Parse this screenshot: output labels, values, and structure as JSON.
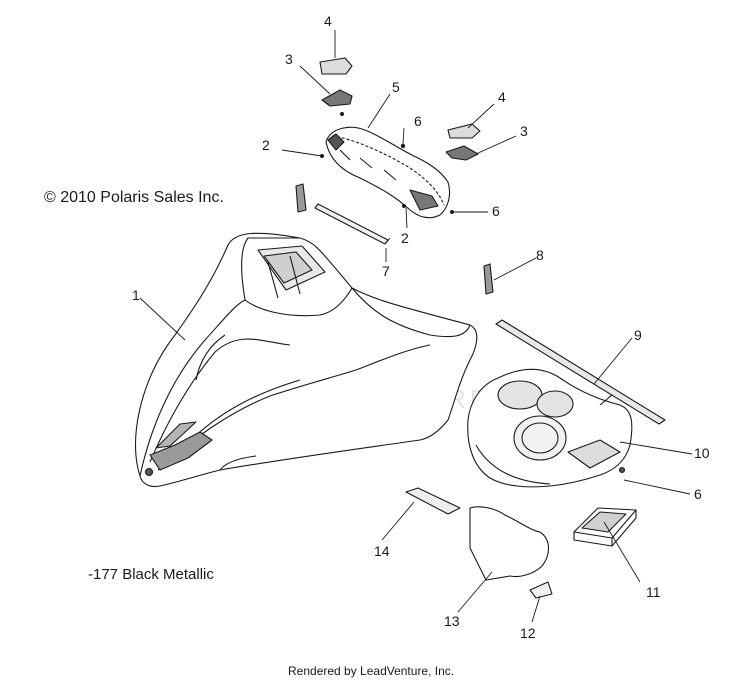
{
  "diagram": {
    "copyright": "© 2010 Polaris Sales Inc.",
    "color_note": "-177 Black Metallic",
    "footer": "Rendered by LeadVenture, Inc.",
    "watermark": "LEADVENTURE",
    "callouts": [
      {
        "id": "c4a",
        "label": "4"
      },
      {
        "id": "c3a",
        "label": "3"
      },
      {
        "id": "c5",
        "label": "5"
      },
      {
        "id": "c2a",
        "label": "2"
      },
      {
        "id": "c6a",
        "label": "6"
      },
      {
        "id": "c4b",
        "label": "4"
      },
      {
        "id": "c3b",
        "label": "3"
      },
      {
        "id": "c6b",
        "label": "6"
      },
      {
        "id": "c2b",
        "label": "2"
      },
      {
        "id": "c7",
        "label": "7"
      },
      {
        "id": "c8",
        "label": "8"
      },
      {
        "id": "c1",
        "label": "1"
      },
      {
        "id": "c9",
        "label": "9"
      },
      {
        "id": "c10",
        "label": "10"
      },
      {
        "id": "c6c",
        "label": "6"
      },
      {
        "id": "c14",
        "label": "14"
      },
      {
        "id": "c11",
        "label": "11"
      },
      {
        "id": "c13",
        "label": "13"
      },
      {
        "id": "c12",
        "label": "12"
      }
    ]
  }
}
